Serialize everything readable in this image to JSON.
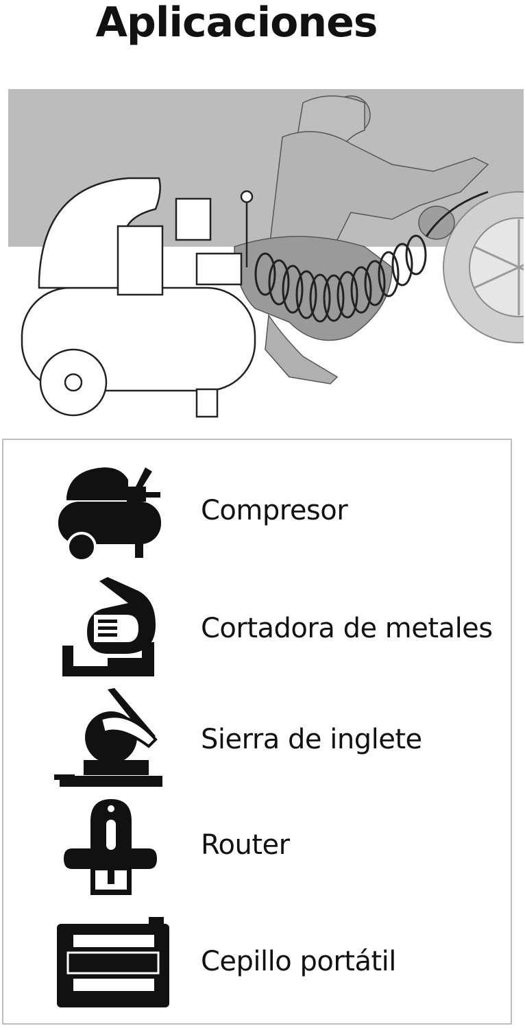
{
  "title": "Aplicaciones",
  "illustration": {
    "scene": "air-compressor-inflating-tire-scene"
  },
  "applications": [
    {
      "label": "Compresor",
      "icon": "air-compressor-icon"
    },
    {
      "label": "Cortadora de metales",
      "icon": "metal-chop-saw-icon"
    },
    {
      "label": "Sierra de inglete",
      "icon": "miter-saw-icon"
    },
    {
      "label": "Router",
      "icon": "router-tool-icon"
    },
    {
      "label": "Cepillo portátil",
      "icon": "portable-planer-icon"
    }
  ],
  "colors": {
    "text": "#111111",
    "background_gray": "#b8b8b8",
    "figure_gray": "#9a9a9a",
    "panel_border": "#bdbdbd"
  }
}
